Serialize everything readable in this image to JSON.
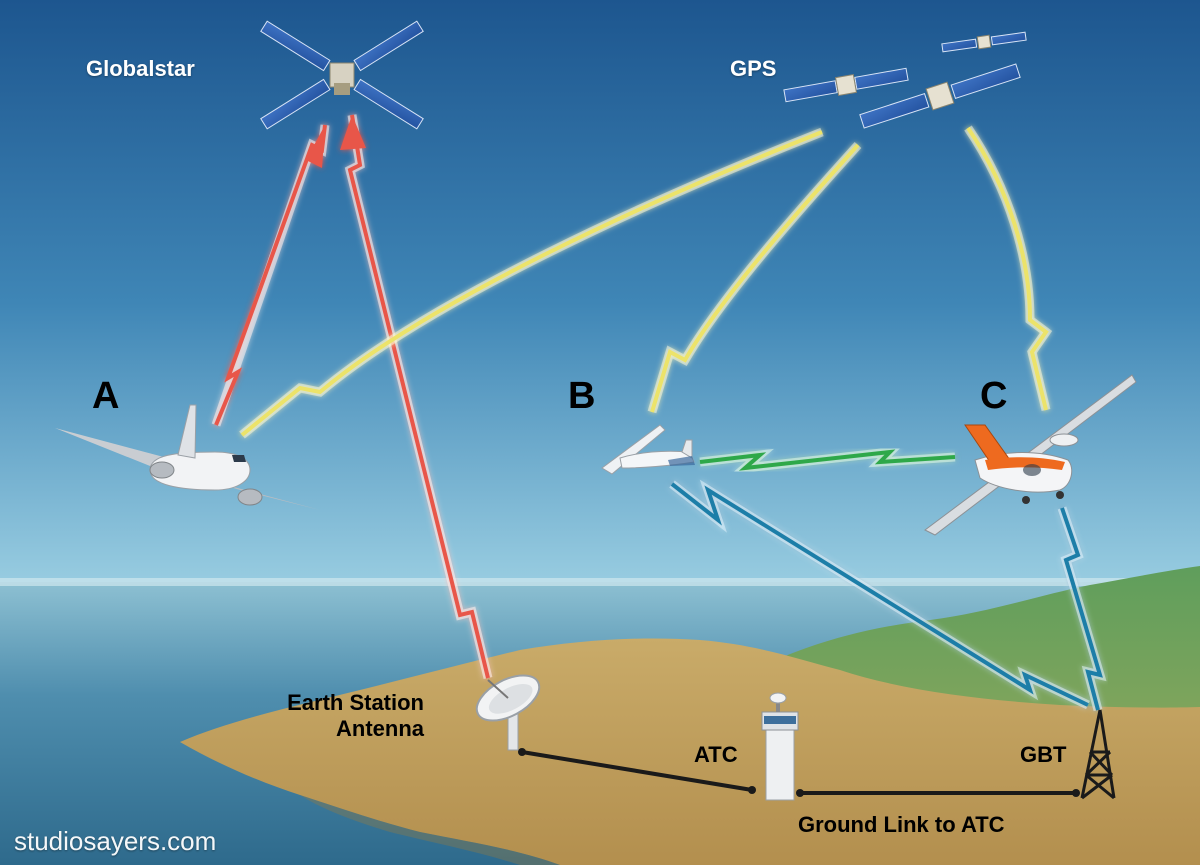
{
  "labels": {
    "globalstar": "Globalstar",
    "gps": "GPS",
    "aircraft_a": "A",
    "aircraft_b": "B",
    "aircraft_c": "C",
    "earth_station_line1": "Earth Station",
    "earth_station_line2": "Antenna",
    "atc": "ATC",
    "gbt": "GBT",
    "ground_link": "Ground Link to ATC"
  },
  "watermark": "studiosayers.com",
  "colors": {
    "sky_top": "#1f5d96",
    "sky_horizon": "#cfeaf2",
    "sea": "#3f7ea0",
    "land": "#c6a562",
    "hills": "#5b9a58",
    "link_satellite": "#e8574a",
    "link_gps": "#ece36a",
    "link_air_to_air": "#2fa84a",
    "link_ground": "#1c7ea8",
    "ground_line": "#1a1a1a",
    "plane_c_accent": "#ee6a1f"
  }
}
